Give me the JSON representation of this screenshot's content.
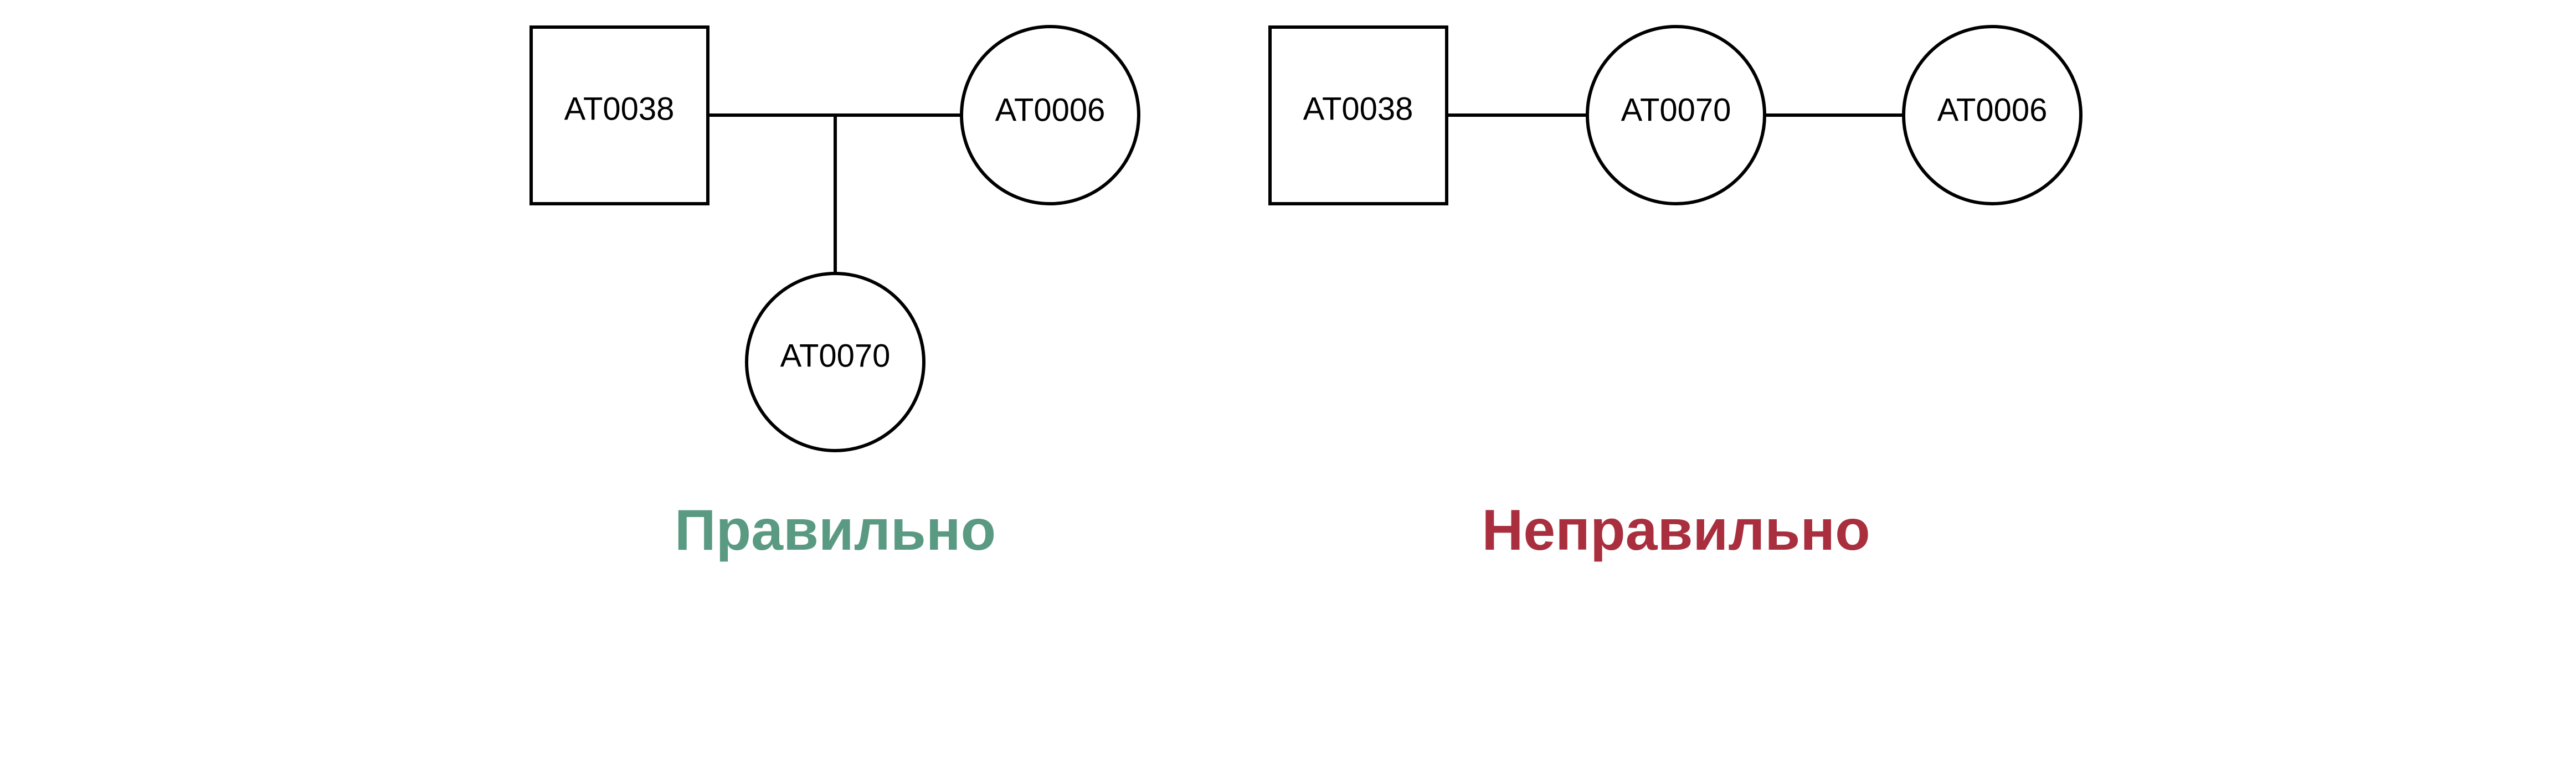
{
  "colors": {
    "correct": "#5a9a82",
    "incorrect": "#a92f3e"
  },
  "correct": {
    "caption": "Правильно",
    "nodes": {
      "male": {
        "label": "AT0038",
        "shape": "square"
      },
      "female_right": {
        "label": "AT0006",
        "shape": "circle"
      },
      "female_bottom": {
        "label": "AT0070",
        "shape": "circle"
      }
    }
  },
  "incorrect": {
    "caption": "Неправильно",
    "nodes": {
      "male": {
        "label": "AT0038",
        "shape": "square"
      },
      "female_middle": {
        "label": "AT0070",
        "shape": "circle"
      },
      "female_right": {
        "label": "AT0006",
        "shape": "circle"
      }
    }
  }
}
